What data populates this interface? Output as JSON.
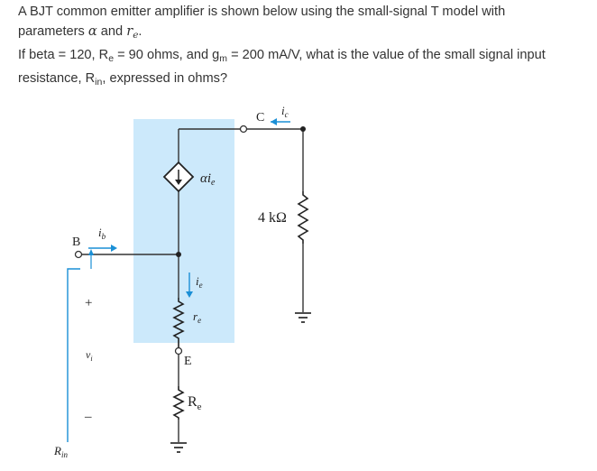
{
  "question": {
    "l1_text": "A BJT common emitter amplifier is shown below using the small-signal T model with",
    "l2_text": "parameters",
    "l2_alpha": "α",
    "l2_and": "and",
    "l2_r": "r",
    "l2_r_sub": "e",
    "l2_end": ".",
    "l3_a": "If beta = 120, R",
    "l3_a_sub": "e",
    "l3_b": " = 90 ohms, and g",
    "l3_b_sub": "m",
    "l3_c": " = 200 mA/V, what is the value of the small signal input",
    "l4_a": "resistance, R",
    "l4_a_sub": "in",
    "l4_b": ", expressed in ohms?"
  },
  "circuit": {
    "node_c": "C",
    "node_b": "B",
    "node_e": "E",
    "ic_main": "i",
    "ic_sub": "c",
    "ib_main": "i",
    "ib_sub": "b",
    "ie_main": "i",
    "ie_sub": "e",
    "src_alpha": "α",
    "src_i": "i",
    "src_sub": "e",
    "re_main": "r",
    "re_sub": "e",
    "rc_label": "4 kΩ",
    "Re_main": "R",
    "Re_sub": "e",
    "vi_main": "v",
    "vi_sub": "i",
    "plus": "+",
    "minus": "–",
    "rin_main": "R",
    "rin_sub": "in",
    "highlight_color": "#cce9fb",
    "accent_color": "#1a8fd6"
  }
}
